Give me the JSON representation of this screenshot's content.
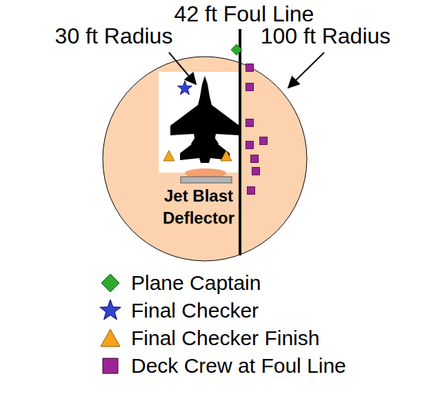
{
  "diagram": {
    "labels": [
      "42 ft Foul Line",
      "30 ft Radius",
      "100 ft Radius",
      "Jet Blast Deflector"
    ],
    "legend": [
      {
        "text": "Plane Captain"
      },
      {
        "text": "Final Checker"
      },
      {
        "text": "Final Checker Finish"
      },
      {
        "text": "Deck Crew at Foul Line"
      }
    ]
  }
}
